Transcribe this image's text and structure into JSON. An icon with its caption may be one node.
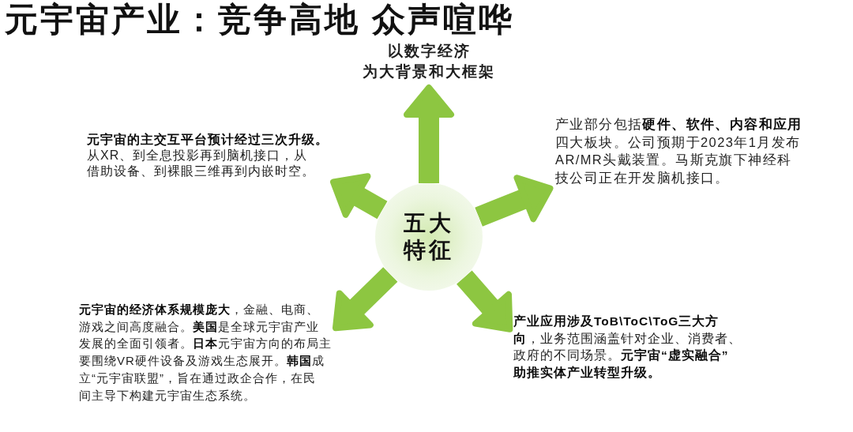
{
  "diagram": {
    "title": "元宇宙产业：竞争高地 众声喧哗",
    "nodes": [
      {
        "text": [
          "以数字经济为大背景和大框架"
        ]
      },
      {
        "text": [
          "**元宇宙的主交互平台预计经过三次升级。**从XR、到全息投影再到脑机接口，从借助设备、到裸眼三维再到内嵌时空。"
        ]
      },
      {
        "text": [
          "产业部分包括**硬件、软件、内容和应用**四大板块。公司预期于2023年1月发布AR/MR头戴装置。马斯克旗下神经科技公司正在开发脑机接口。"
        ]
      },
      {
        "text": [
          "五大特征"
        ]
      },
      {
        "text": [
          "**元宇宙的经济体系规模庞大**，金融、电商、游戏之间高度融合。**美国**是全球元宇宙产业发展的全面引领者。**日本**元宇宙方向的布局主要围绕VR硬件设备及游戏生态展开。**韩国**成立“元宇宙联盟”，旨在通过政企合作，在民间主导下构建元宇宙生态系统。"
        ]
      },
      {
        "text": [
          "**产业应用涉及ToB\\ToC\\ToG三大方向**，业务范围涵盖针对企业、消费者、政府的不同场景。**元宇宙“虚实融合”助推实体产业转型升级。**"
        ]
      }
    ],
    "edges": [
      {
        "from": 3,
        "to": 0,
        "arrow": "to"
      },
      {
        "from": 3,
        "to": 1,
        "arrow": "to"
      },
      {
        "from": 3,
        "to": 2,
        "arrow": "to"
      },
      {
        "from": 3,
        "to": 4,
        "arrow": "to"
      },
      {
        "from": 3,
        "to": 5,
        "arrow": "to"
      }
    ]
  }
}
